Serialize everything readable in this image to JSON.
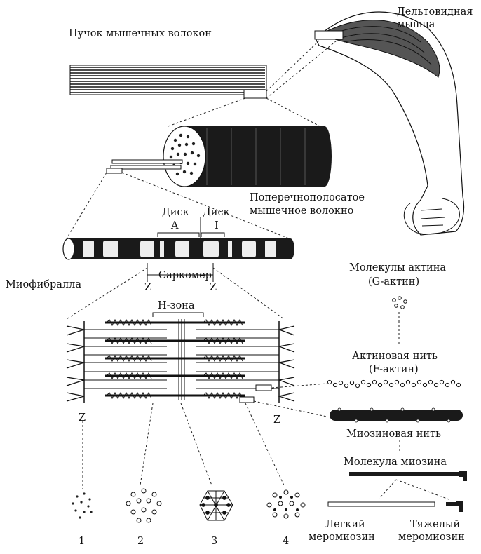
{
  "labels": {
    "bundle": "Пучок мышечных волокон",
    "deltoid_1": "Дельтовидная",
    "deltoid_2": "мышца",
    "fiber_1": "Поперечнополосатое",
    "fiber_2": "мышечное волокно",
    "disk_a": "Диск",
    "disk_i": "Диск",
    "band_a": "A",
    "band_i": "I",
    "myofibril": "Миофибралла",
    "sarcomere": "Саркомер",
    "z_left": "Z",
    "z_right": "Z",
    "h_zone": "H-зона",
    "z_sarc_left": "Z",
    "z_sarc_right": "Z",
    "actin_molecules_1": "Молекулы актина",
    "actin_molecules_2": "(G-актин)",
    "actin_filament_1": "Актиновая нить",
    "actin_filament_2": "(F-актин)",
    "myosin_filament": "Миозиновая нить",
    "myosin_molecule": "Молекула миозина",
    "light_1": "Легкий",
    "light_2": "меромиозин",
    "heavy_1": "Тяжелый",
    "heavy_2": "меромиозин"
  },
  "cross_sections": [
    "1",
    "2",
    "3",
    "4"
  ]
}
